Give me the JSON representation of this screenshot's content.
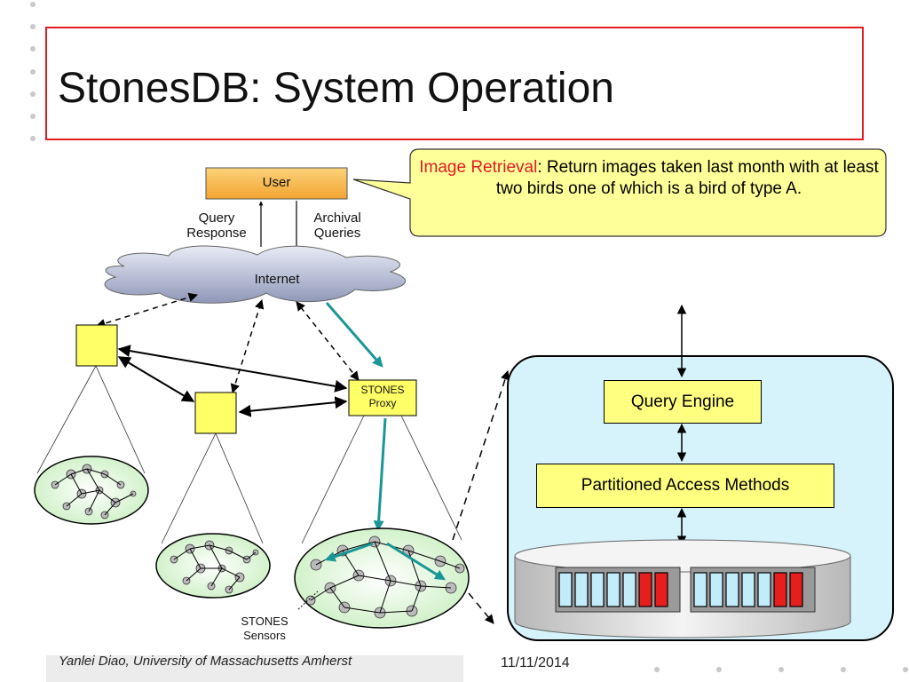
{
  "slide": {
    "title": "StonesDB: System Operation",
    "footer_author": "Yanlei Diao, University of Massachusetts Amherst",
    "footer_date": "11/11/2014"
  },
  "callout": {
    "highlight": "Image Retrieval",
    "text": ": Return images taken last month with at least two birds one of which is a bird of type A."
  },
  "diagram": {
    "user_label": "User",
    "query_response_label": "Query\nResponse",
    "archival_queries_label": "Archival\nQueries",
    "internet_label": "Internet",
    "proxy_label": "STONES\nProxy",
    "sensors_label": "STONES\nSensors"
  },
  "detail": {
    "query_engine_label": "Query Engine",
    "access_methods_label": "Partitioned Access Methods"
  },
  "colors": {
    "title_border": "#e21b23",
    "callout_fill": "#ffff99",
    "user_fill": "#f7b544",
    "proxy_fill": "#ffff66",
    "teal_arrow": "#1a9696",
    "detail_fill": "#d6f3fb",
    "cell_red": "#e61e1e",
    "cell_blue": "#c2ecfa"
  }
}
